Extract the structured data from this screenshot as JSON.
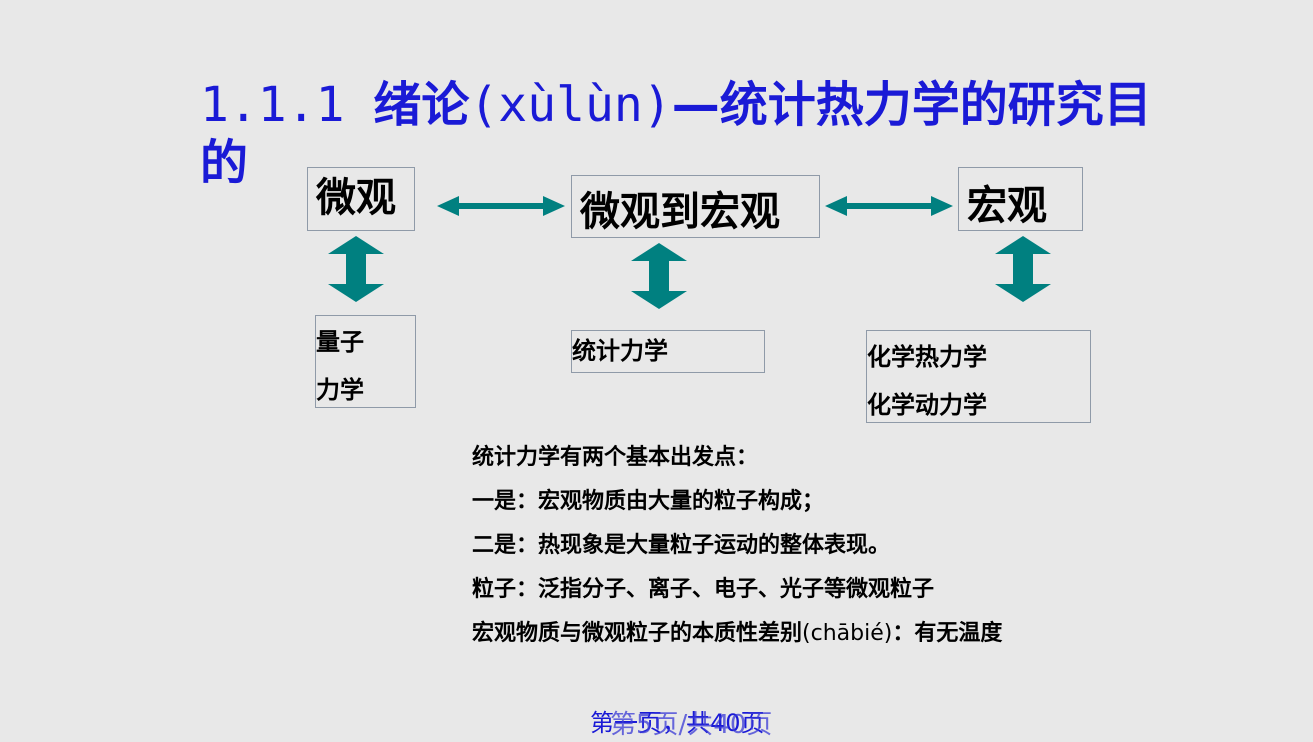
{
  "slide": {
    "title_prefix": "1.1.1 ",
    "title_main1": "绪论",
    "title_pinyin": "(xùlùn)",
    "title_main2": "—统计热力学的研究目的"
  },
  "top_boxes": [
    {
      "label": "微观"
    },
    {
      "label": "微观到宏观"
    },
    {
      "label": "宏观"
    }
  ],
  "bottom_boxes": [
    {
      "line1": "量子",
      "line2": "力学"
    },
    {
      "line1": "统计力学"
    },
    {
      "line1": "化学热力学",
      "line2": "化学动力学"
    }
  ],
  "points": [
    "统计力学有两个基本出发点：",
    "一是：宏观物质由大量的粒子构成；",
    "二是：热现象是大量粒子运动的整体表现。",
    "粒子：泛指分子、离子、电子、光子等微观粒子"
  ],
  "last_point": {
    "before": "宏观物质与微观粒子的本质性差别",
    "pinyin": "(chābié)",
    "after": "：有无温度"
  },
  "footer": {
    "text": "第一页，共40页",
    "ghost_text": "第5页/共40页"
  },
  "colors": {
    "title": "#1a1ad6",
    "arrow": "#008080",
    "box_border": "#8f9aa8",
    "background": "#e8e8e8"
  }
}
